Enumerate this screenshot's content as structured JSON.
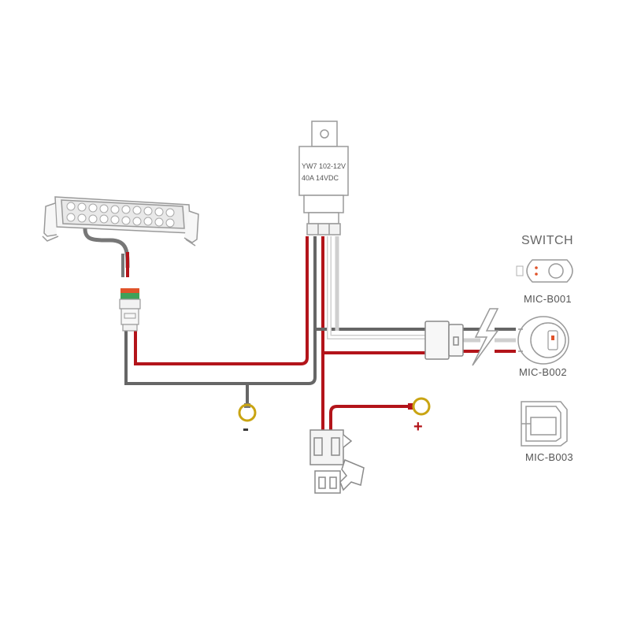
{
  "diagram": {
    "switch_title": "SWITCH",
    "relay": {
      "line1": "YW7 102-12V",
      "line2": "40A 14VDC"
    },
    "switches": [
      {
        "model": "MIC-B001"
      },
      {
        "model": "MIC-B002"
      },
      {
        "model": "MIC-B003"
      }
    ],
    "battery_positive_symbol": "+",
    "ground_symbol": "-",
    "colors": {
      "power_wire": "#b3141a",
      "ground_wire": "#666666",
      "white_wire": "#ffffff",
      "terminal_ring": "#c9a412",
      "outline": "#9a9a9a",
      "connector_green": "#3fa15a",
      "connector_orange": "#e0532a"
    },
    "icons": [
      "light-bar-icon",
      "relay-icon",
      "fuse-holder-icon",
      "lightning-icon",
      "ring-terminal-icon",
      "rocker-switch-icon",
      "round-switch-icon"
    ]
  }
}
